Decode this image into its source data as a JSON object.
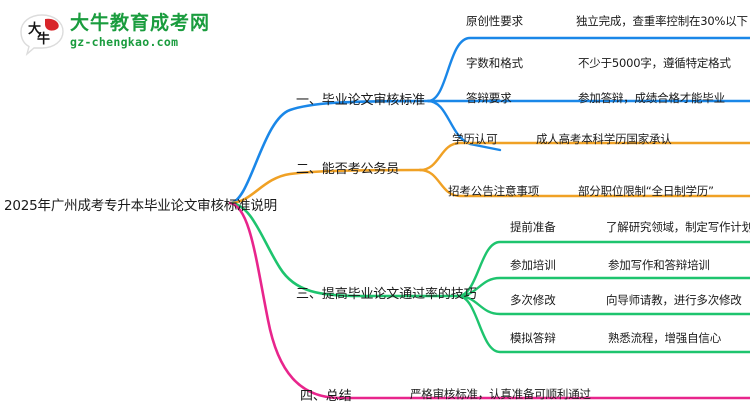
{
  "logo": {
    "name": "大牛教育成考网",
    "domain": "gz-chengkao.com",
    "mark_text": "大牛",
    "color": "#1a9c3e",
    "accent": "#d8252a"
  },
  "mindmap": {
    "root": "2025年广州成考专升本毕业论文审核标准说明",
    "branches": [
      {
        "id": "branch-1",
        "label": "一、毕业论文审核标准",
        "color": "#1a87e8",
        "children": [
          {
            "label": "原创性要求",
            "desc": "独立完成，查重率控制在30%以下"
          },
          {
            "label": "字数和格式",
            "desc": "不少于5000字，遵循特定格式"
          },
          {
            "label": "答辩要求",
            "desc": "参加答辩，成绩合格才能毕业"
          }
        ]
      },
      {
        "id": "branch-2",
        "label": "二、能否考公务员",
        "color": "#f0a125",
        "children": [
          {
            "label": "学历认可",
            "desc": "成人高考本科学历国家承认"
          },
          {
            "label": "招考公告注意事项",
            "desc": "部分职位限制“全日制学历”"
          }
        ]
      },
      {
        "id": "branch-3",
        "label": "三、提高毕业论文通过率的技巧",
        "color": "#1ec46e",
        "children": [
          {
            "label": "提前准备",
            "desc": "了解研究领域，制定写作计划"
          },
          {
            "label": "参加培训",
            "desc": "参加写作和答辩培训"
          },
          {
            "label": "多次修改",
            "desc": "向导师请教，进行多次修改"
          },
          {
            "label": "模拟答辩",
            "desc": "熟悉流程，增强自信心"
          }
        ]
      },
      {
        "id": "branch-4",
        "label": "四、总结",
        "color": "#e8258c",
        "children": [
          {
            "label": "",
            "desc": "严格审核标准，认真准备可顺利通过"
          }
        ]
      }
    ]
  }
}
